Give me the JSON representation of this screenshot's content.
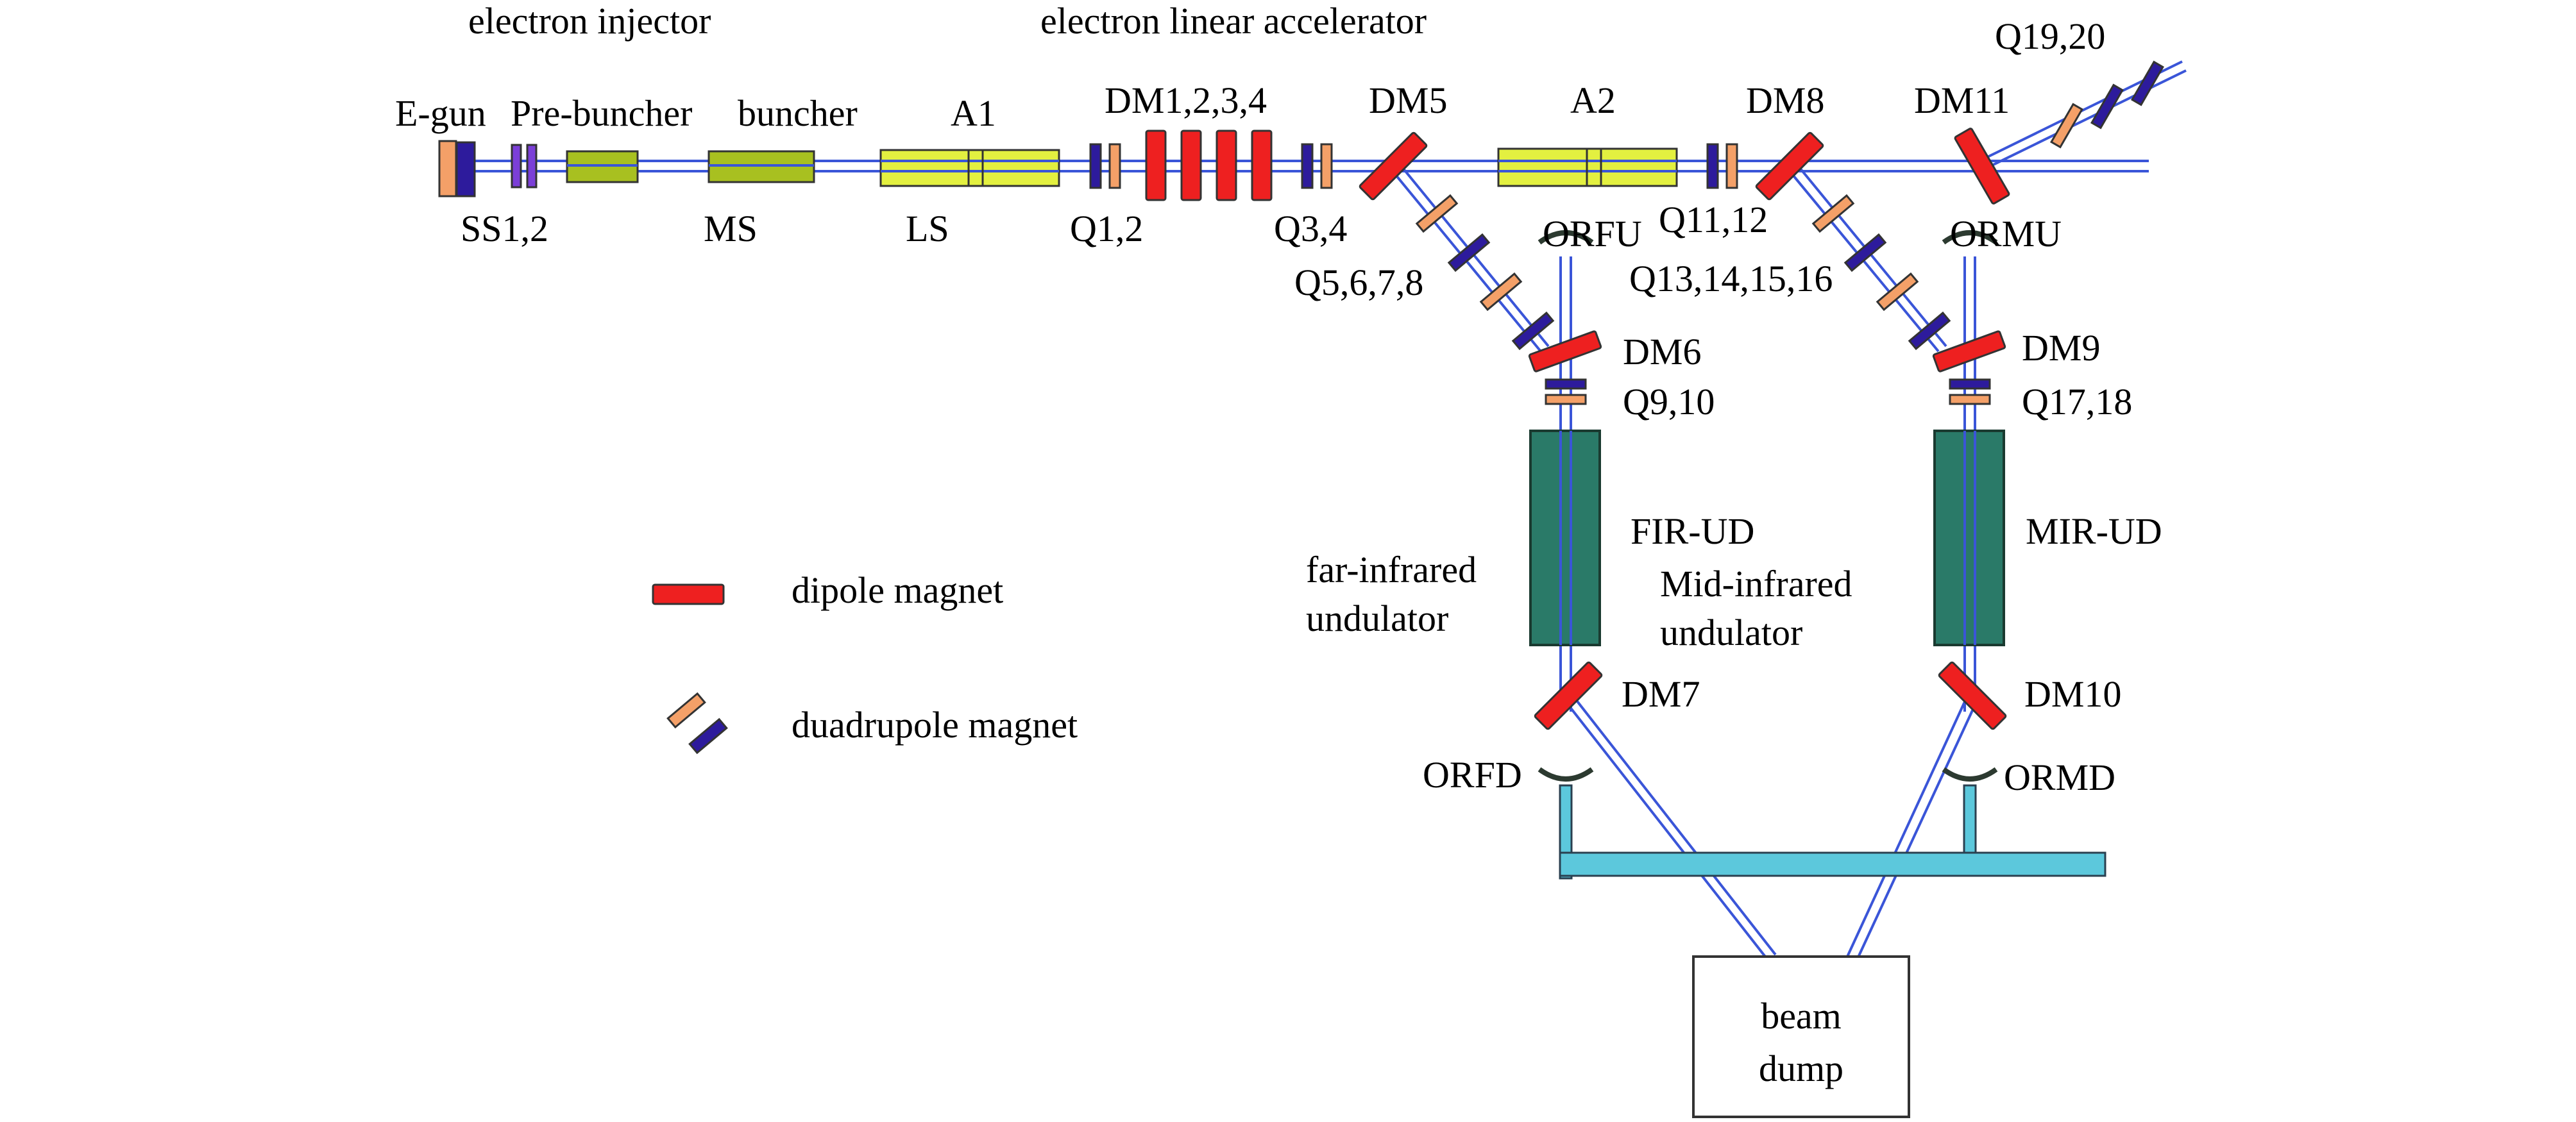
{
  "colors": {
    "beamline": "#3a55d8",
    "dipole": "#ee2020",
    "quad_orange": "#f4a068",
    "quad_blue": "#2d1b9c",
    "solenoid": "#7b3fd8",
    "buncher": "#a8c020",
    "accelerator": "#e3f040",
    "undulator": "#2a7a68",
    "mirror": "#2c3a30",
    "dump_line": "#5cc8dc"
  },
  "sections": {
    "injector": "electron injector",
    "linac": "electron linear accelerator"
  },
  "components": {
    "egun": "E-gun",
    "prebuncher": "Pre-buncher",
    "buncher": "buncher",
    "a1": "A1",
    "dm1234": "DM1,2,3,4",
    "dm5": "DM5",
    "a2": "A2",
    "dm8": "DM8",
    "dm11": "DM11",
    "q1920": "Q19,20",
    "ss12": "SS1,2",
    "ms": "MS",
    "ls": "LS",
    "q12": "Q1,2",
    "q34": "Q3,4",
    "q1112": "Q11,12",
    "q5678": "Q5,6,7,8",
    "orfu": "ORFU",
    "q13141516": "Q13,14,15,16",
    "ormu": "ORMU",
    "dm6": "DM6",
    "q910": "Q9,10",
    "dm9": "DM9",
    "q1718": "Q17,18",
    "firud": "FIR-UD",
    "mirud": "MIR-UD",
    "far_infrared_1": "far-infrared",
    "far_infrared_2": "undulator",
    "mid_infrared_1": "Mid-infrared",
    "mid_infrared_2": "undulator",
    "dm7": "DM7",
    "dm10": "DM10",
    "orfd": "ORFD",
    "ormd": "ORMD",
    "beam_dump_1": "beam",
    "beam_dump_2": "dump"
  },
  "legend": {
    "dipole": "dipole magnet",
    "quadrupole": "duadrupole magnet"
  }
}
